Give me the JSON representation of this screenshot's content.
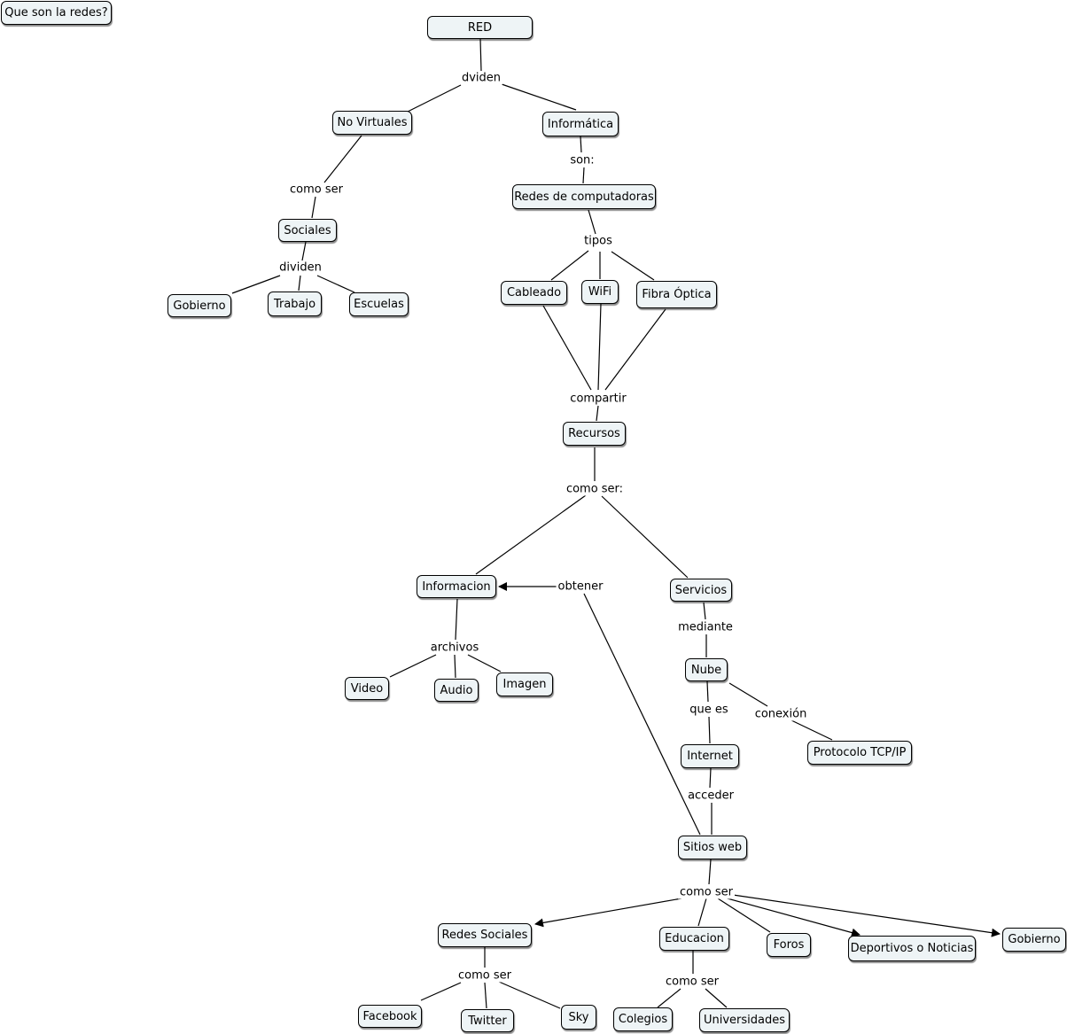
{
  "title": "Que son la redes?",
  "nodes": {
    "red": "RED",
    "no_virtuales": "No Virtuales",
    "informatica": "Informática",
    "sociales": "Sociales",
    "gobierno1": "Gobierno",
    "trabajo": "Trabajo",
    "escuelas": "Escuelas",
    "redes_computadoras": "Redes de computadoras",
    "cableado": "Cableado",
    "wifi": "WiFi",
    "fibra": "Fibra Óptica",
    "recursos": "Recursos",
    "informacion": "Informacion",
    "servicios": "Servicios",
    "video": "Video",
    "audio": "Audio",
    "imagen": "Imagen",
    "nube": "Nube",
    "internet": "Internet",
    "tcpip": "Protocolo TCP/IP",
    "sitios_web": "Sitios web",
    "redes_sociales": "Redes Sociales",
    "educacion": "Educacion",
    "foros": "Foros",
    "deportivos": "Deportivos o Noticias",
    "gobierno2": "Gobierno",
    "facebook": "Facebook",
    "twitter": "Twitter",
    "sky": "Sky",
    "colegios": "Colegios",
    "universidades": "Universidades"
  },
  "links": {
    "dviden": "dviden",
    "como_ser_1": "como ser",
    "dividen": "dividen",
    "son": "son:",
    "tipos": "tipos",
    "compartir": "compartir",
    "como_ser_2": "como ser:",
    "archivos": "archivos",
    "obtener": "obtener",
    "mediante": "mediante",
    "que_es": "que es",
    "conexion": "conexión",
    "acceder": "acceder",
    "como_ser_3": "como ser",
    "como_ser_4": "como ser",
    "como_ser_5": "como ser"
  }
}
